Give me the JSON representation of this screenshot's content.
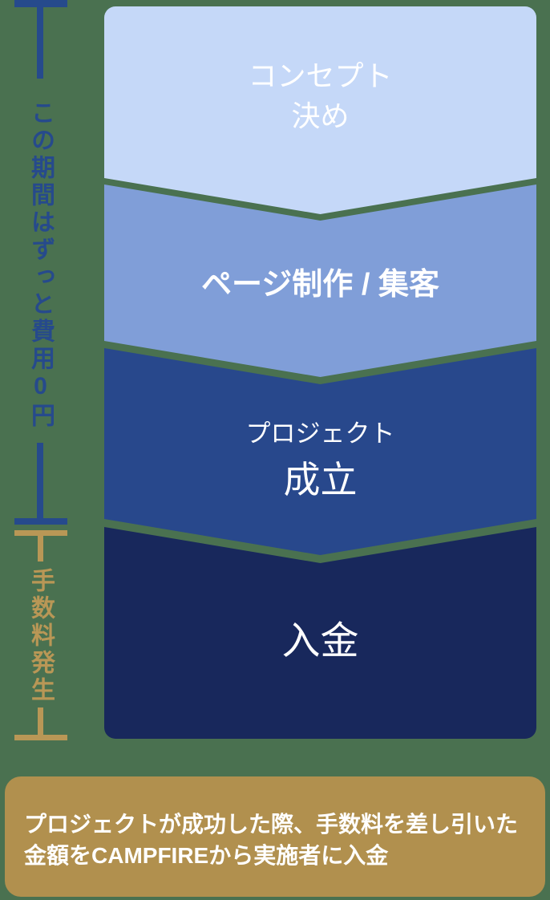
{
  "page": {
    "background_color": "#4a7150"
  },
  "timeline": {
    "free_period_label": "この期間はずっと費用0円",
    "fee_period_label": "手数料発生",
    "blue_color": "#264a8c",
    "gold_color": "#b99756"
  },
  "funnel": {
    "steps": [
      {
        "name": "concept",
        "line1": "コンセプト",
        "line2": "決め",
        "bg_color": "#c5d8f8",
        "text_color": "#ffffff"
      },
      {
        "name": "page-production",
        "line1": "ページ制作 / 集客",
        "bg_color": "#809ed8",
        "text_color": "#ffffff"
      },
      {
        "name": "project-success",
        "line1": "プロジェクト",
        "line2": "成立",
        "bg_color": "#28488c",
        "text_color": "#ffffff"
      },
      {
        "name": "deposit",
        "line1": "入金",
        "bg_color": "#18285c",
        "text_color": "#ffffff"
      }
    ]
  },
  "footer": {
    "bg_color": "#b1904e",
    "text_color": "#ffffff",
    "line1": "プロジェクトが成功した際、手数料を差し引いた",
    "line2": "金額をCAMPFIREから実施者に入金"
  }
}
